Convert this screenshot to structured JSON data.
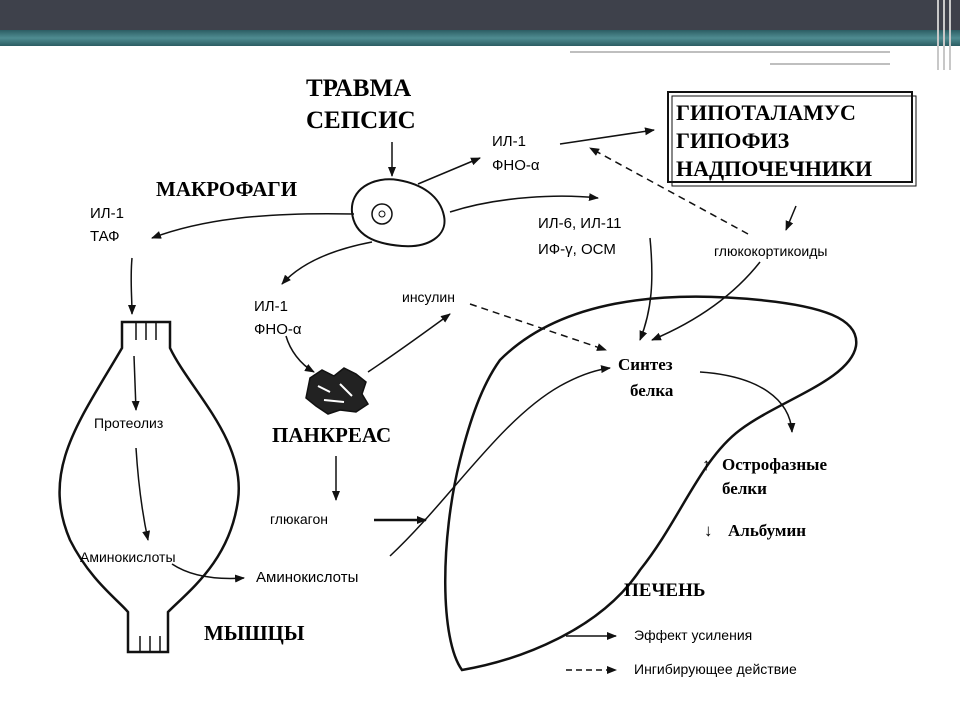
{
  "nodes": {
    "trauma": "ТРАВМА",
    "sepsis": "СЕПСИС",
    "macrophages": "МАКРОФАГИ",
    "hypothalamus": "ГИПОТАЛАМУС",
    "pituitary": "ГИПОФИЗ",
    "adrenals": "НАДПОЧЕЧНИКИ",
    "pancreas": "ПАНКРЕАС",
    "muscles": "МЫШЦЫ",
    "liver": "ПЕЧЕНЬ"
  },
  "labels": {
    "il1_top": "ИЛ-1",
    "tnf_top": "ФНО-α",
    "il1_left": "ИЛ-1",
    "taf": "ТАФ",
    "il6": "ИЛ-6, ИЛ-11",
    "ifn": "ИФ-γ, ОСМ",
    "glucocorticoids": "глюкокортикоиды",
    "il1_mid": "ИЛ-1",
    "tnf_mid": "ФНО-α",
    "insulin": "инсулин",
    "synthesis1": "Синтез",
    "synthesis2": "белка",
    "proteolysis": "Протеолиз",
    "aminoacids_muscle": "Аминокислоты",
    "glucagon": "глюкагон",
    "aminoacids": "Аминокислоты",
    "acute1": "Острофазные",
    "acute2": "белки",
    "albumin": "Альбумин",
    "arrow_up": "↑",
    "arrow_down": "↓"
  },
  "legend": {
    "solid": "Эффект усиления",
    "dashed": "Ингибирующее действие"
  },
  "colors": {
    "header": "#3e414b",
    "stripe": "#4f8c91"
  }
}
